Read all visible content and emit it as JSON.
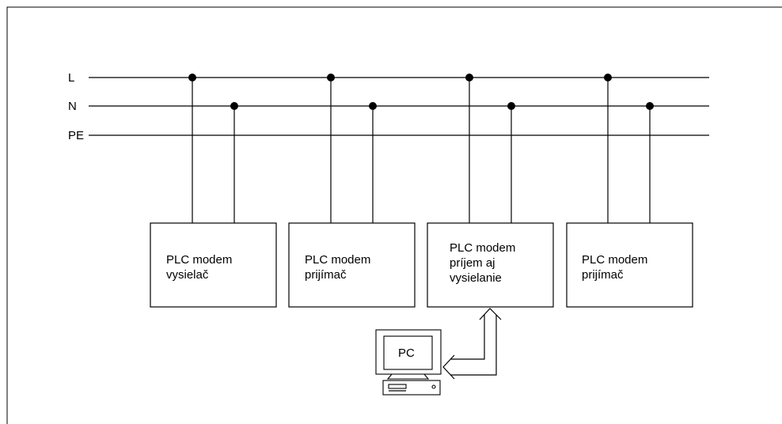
{
  "bus_lines": [
    {
      "label": "L"
    },
    {
      "label": "N"
    },
    {
      "label": "PE"
    }
  ],
  "modems": [
    {
      "lines": [
        "PLC modem",
        "vysielač"
      ]
    },
    {
      "lines": [
        "PLC modem",
        "prijímač"
      ]
    },
    {
      "lines": [
        "PLC modem",
        "príjem aj",
        "vysielanie"
      ]
    },
    {
      "lines": [
        "PLC modem",
        "prijímač"
      ]
    }
  ],
  "pc": {
    "label": "PC"
  }
}
